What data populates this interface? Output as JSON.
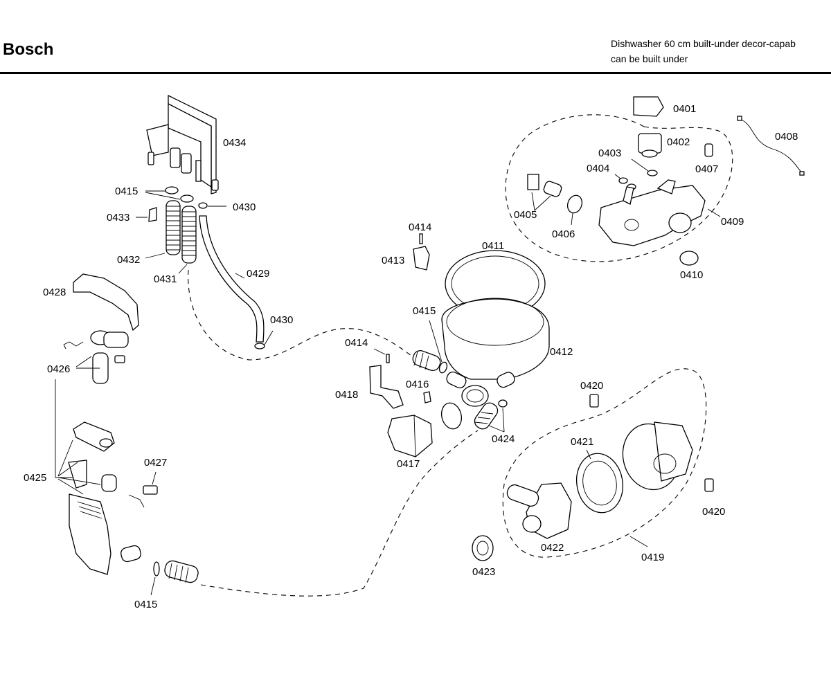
{
  "header": {
    "brand": "Bosch",
    "title_line1": "Dishwasher 60 cm built-under decor-capab",
    "title_line2": "can be built under"
  },
  "callouts": [
    {
      "id": "0401",
      "label": "0401"
    },
    {
      "id": "0402",
      "label": "0402"
    },
    {
      "id": "0403",
      "label": "0403"
    },
    {
      "id": "0404",
      "label": "0404"
    },
    {
      "id": "0405",
      "label": "0405"
    },
    {
      "id": "0406",
      "label": "0406"
    },
    {
      "id": "0407",
      "label": "0407"
    },
    {
      "id": "0408",
      "label": "0408"
    },
    {
      "id": "0409",
      "label": "0409"
    },
    {
      "id": "0410",
      "label": "0410"
    },
    {
      "id": "0411",
      "label": "0411"
    },
    {
      "id": "0412",
      "label": "0412"
    },
    {
      "id": "0413",
      "label": "0413"
    },
    {
      "id": "0414a",
      "label": "0414"
    },
    {
      "id": "0414b",
      "label": "0414"
    },
    {
      "id": "0415a",
      "label": "0415"
    },
    {
      "id": "0415b",
      "label": "0415"
    },
    {
      "id": "0415c",
      "label": "0415"
    },
    {
      "id": "0416",
      "label": "0416"
    },
    {
      "id": "0417",
      "label": "0417"
    },
    {
      "id": "0418",
      "label": "0418"
    },
    {
      "id": "0419",
      "label": "0419"
    },
    {
      "id": "0420a",
      "label": "0420"
    },
    {
      "id": "0420b",
      "label": "0420"
    },
    {
      "id": "0421",
      "label": "0421"
    },
    {
      "id": "0422",
      "label": "0422"
    },
    {
      "id": "0423",
      "label": "0423"
    },
    {
      "id": "0424",
      "label": "0424"
    },
    {
      "id": "0425",
      "label": "0425"
    },
    {
      "id": "0426",
      "label": "0426"
    },
    {
      "id": "0427",
      "label": "0427"
    },
    {
      "id": "0428",
      "label": "0428"
    },
    {
      "id": "0429",
      "label": "0429"
    },
    {
      "id": "0430a",
      "label": "0430"
    },
    {
      "id": "0430b",
      "label": "0430"
    },
    {
      "id": "0431",
      "label": "0431"
    },
    {
      "id": "0432",
      "label": "0432"
    },
    {
      "id": "0433",
      "label": "0433"
    },
    {
      "id": "0434",
      "label": "0434"
    }
  ]
}
